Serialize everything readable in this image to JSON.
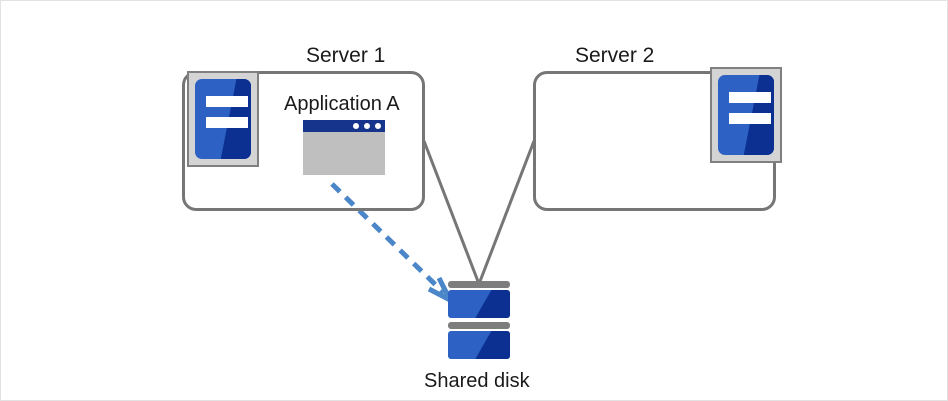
{
  "diagram": {
    "type": "shared-disk-cluster",
    "servers": [
      {
        "title": "Server 1",
        "icon": "server-unit-icon",
        "application": {
          "label": "Application A",
          "icon": "application-window-icon",
          "active": true
        }
      },
      {
        "title": "Server 2",
        "icon": "server-unit-icon",
        "application": null
      }
    ],
    "storage": {
      "label": "Shared disk",
      "icon": "disk-stack-icon",
      "platters": 2
    },
    "connections": [
      {
        "from": "Server 1",
        "to": "Shared disk",
        "style": "solid",
        "color": "#767676"
      },
      {
        "from": "Server 2",
        "to": "Shared disk",
        "style": "solid",
        "color": "#767676"
      },
      {
        "from": "Application A",
        "to": "Shared disk",
        "style": "dashed-arrow",
        "color": "#4a86c8"
      }
    ]
  },
  "colors": {
    "outline_gray": "#767676",
    "icon_blue_light": "#2d62c4",
    "icon_blue_dark": "#0b3091",
    "titlebar_navy": "#17348c",
    "window_body_gray": "#bfbfbf",
    "icon_frame_gray": "#d4d4d4",
    "platter_gray": "#7d7d7d",
    "arrow_blue": "#4a86c8",
    "text": "#1a1a1a",
    "canvas_border": "#e2e2e2"
  }
}
